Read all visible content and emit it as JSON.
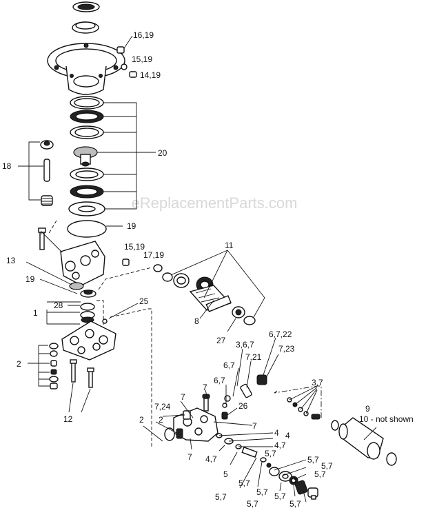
{
  "watermark": "eReplacementParts.com",
  "callouts": {
    "c_16_19": "16,19",
    "c_15_19_top": "15,19",
    "c_14_19": "14,19",
    "c_20": "20",
    "c_18": "18",
    "c_19_mid": "19",
    "c_15_19_mid": "15,19",
    "c_17_19": "17,19",
    "c_11": "11",
    "c_13": "13",
    "c_19_left": "19",
    "c_28": "28",
    "c_1": "1",
    "c_25": "25",
    "c_8": "8",
    "c_27": "27",
    "c_6_7_22": "6,7,22",
    "c_3_6_7": "3,6,7",
    "c_7_23": "7,23",
    "c_7_21": "7,21",
    "c_6_7_a": "6,7",
    "c_2_left": "2",
    "c_6_7_b": "6,7",
    "c_3_7": "3,7",
    "c_7_top": "7",
    "c_7_24": "7,24",
    "c_7_mid": "7",
    "c_26": "26",
    "c_9": "9",
    "c_10": "10 - not shown",
    "c_12": "12",
    "c_2_a": "2",
    "c_2_b": "2",
    "c_7_right": "7",
    "c_4_a": "4",
    "c_4_b": "4",
    "c_4_7_a": "4,7",
    "c_5_7_a": "5,7",
    "c_7_bottom": "7",
    "c_4_7_b": "4,7",
    "c_5_7_b": "5,7",
    "c_5_7_c": "5,7",
    "c_5": "5",
    "c_5_7_d": "5,7",
    "c_5_7_e": "5,7",
    "c_5_7_f": "5,7",
    "c_5_7_g": "5,7",
    "c_5_7_h": "5,7",
    "c_5_7_i": "5,7",
    "c_5_7_j": "5,7"
  }
}
